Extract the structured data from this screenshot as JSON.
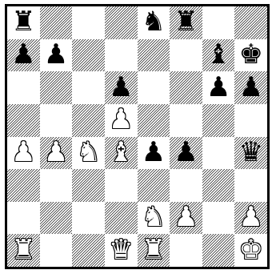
{
  "board": {
    "rows": [
      [
        "bR",
        "",
        "",
        "",
        "bN",
        "bR",
        "",
        ""
      ],
      [
        "bP",
        "bP",
        "",
        "",
        "",
        "",
        "bB",
        "bK"
      ],
      [
        "",
        "",
        "",
        "bP",
        "",
        "",
        "bP",
        "bP"
      ],
      [
        "",
        "",
        "",
        "wP",
        "",
        "",
        "",
        ""
      ],
      [
        "wP",
        "wP",
        "wN",
        "wB",
        "bP",
        "bP",
        "",
        "bQ"
      ],
      [
        "",
        "",
        "",
        "",
        "",
        "",
        "",
        ""
      ],
      [
        "",
        "",
        "",
        "",
        "wN",
        "wP",
        "",
        "wP"
      ],
      [
        "wR",
        "",
        "",
        "wQ",
        "wR",
        "",
        "",
        "wK"
      ]
    ]
  },
  "pieces": {
    "bR": {
      "glyph": "♜",
      "side": "black",
      "name": "black-rook"
    },
    "bN": {
      "glyph": "♞",
      "side": "black",
      "name": "black-knight"
    },
    "bB": {
      "glyph": "♝",
      "side": "black",
      "name": "black-bishop"
    },
    "bQ": {
      "glyph": "♛",
      "side": "black",
      "name": "black-queen"
    },
    "bK": {
      "glyph": "♚",
      "side": "black",
      "name": "black-king"
    },
    "bP": {
      "glyph": "♟",
      "side": "black",
      "name": "black-pawn"
    },
    "wR": {
      "glyph": "♜",
      "side": "white",
      "name": "white-rook"
    },
    "wN": {
      "glyph": "♞",
      "side": "white",
      "name": "white-knight"
    },
    "wB": {
      "glyph": "♝",
      "side": "white",
      "name": "white-bishop"
    },
    "wQ": {
      "glyph": "♛",
      "side": "white",
      "name": "white-queen"
    },
    "wK": {
      "glyph": "♚",
      "side": "white",
      "name": "white-king"
    },
    "wP": {
      "glyph": "♟",
      "side": "white",
      "name": "white-pawn"
    }
  },
  "colors": {
    "ink": "#000000",
    "paper": "#ffffff"
  }
}
